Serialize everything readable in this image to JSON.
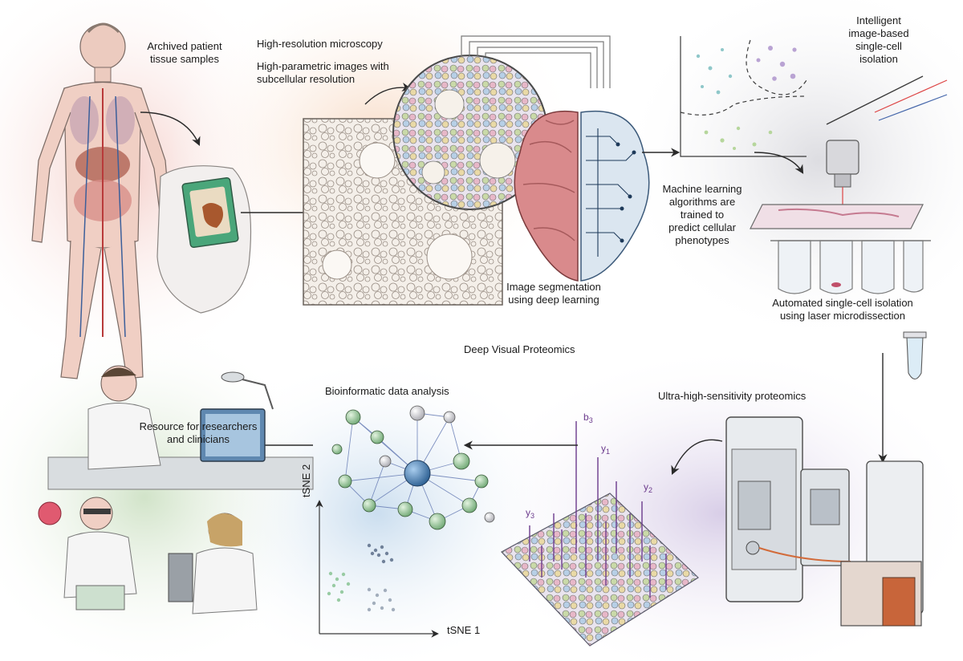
{
  "colors": {
    "bg_pink": "#f6dcd8",
    "bg_peach": "#f8e4d2",
    "bg_gray": "#e6e6ea",
    "bg_blue": "#dbe9f4",
    "bg_green": "#dde9d6",
    "bg_purple": "#e4dcee",
    "brain_pink": "#d98a8c",
    "brain_blue": "#a9c3d9",
    "node_green": "#9ccb9c",
    "node_blue": "#4f86b8",
    "peak_purple": "#6b3a8c",
    "arrow": "#2a2a2a"
  },
  "labels": {
    "archived": [
      "Archived patient",
      "tissue samples"
    ],
    "microscopy": "High-resolution microscopy",
    "parametric": [
      "High-parametric images with",
      "subcellular resolution"
    ],
    "intelligent": [
      "Intelligent",
      "image-based",
      "single-cell",
      "isolation"
    ],
    "machine_learning": [
      "Machine learning",
      "algorithms are",
      "trained to",
      "predict cellular",
      "phenotypes"
    ],
    "segmentation": [
      "Image segmentation",
      "using deep learning"
    ],
    "automated": [
      "Automated single-cell isolation",
      "using laser microdissection"
    ],
    "title": "Deep Visual Proteomics",
    "bioinformatic": "Bioinformatic data analysis",
    "ultra": "Ultra-high-sensitivity proteomics",
    "resource": [
      "Resource for researchers",
      "and clinicians"
    ],
    "tsne1": "tSNE 1",
    "tsne2": "tSNE 2"
  },
  "spectrum_labels": {
    "b3": {
      "base": "b",
      "sub": "3"
    },
    "y1": {
      "base": "y",
      "sub": "1"
    },
    "y2": {
      "base": "y",
      "sub": "2"
    },
    "y3": {
      "base": "y",
      "sub": "3"
    }
  },
  "icons": [
    "human-anatomy-icon",
    "tissue-slide-icon",
    "microscope-image-icon",
    "brain-icon",
    "scatter-plot-icon",
    "laser-microdissection-icon",
    "tube-icon",
    "mass-spectrometer-icon",
    "spectrum-icon",
    "network-icon",
    "researcher-icon"
  ]
}
